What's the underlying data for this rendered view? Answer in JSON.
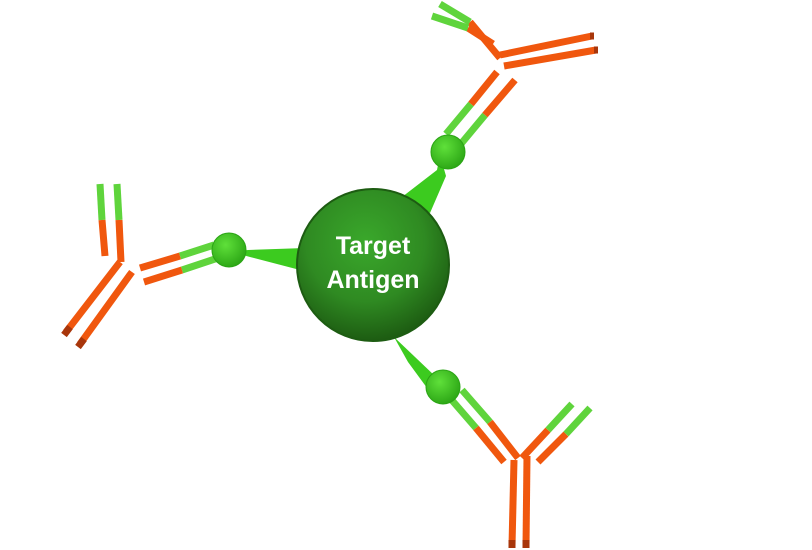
{
  "center": {
    "line1": "Target",
    "line2": "Antigen"
  },
  "colors": {
    "antigen_dark": "#1d6b14",
    "antigen_mid": "#2f8a22",
    "antigen_light": "#3aa82b",
    "epitope": "#3ccb1f",
    "epitope_edge": "#2aa414",
    "heavy_chain": "#f0570e",
    "heavy_chain_dark": "#a8360b",
    "light_green": "#5fd43c",
    "light_green_dark": "#3aa82b"
  },
  "antibodies": [
    {
      "name": "antibody-top-right"
    },
    {
      "name": "antibody-left"
    },
    {
      "name": "antibody-bottom-right"
    }
  ]
}
